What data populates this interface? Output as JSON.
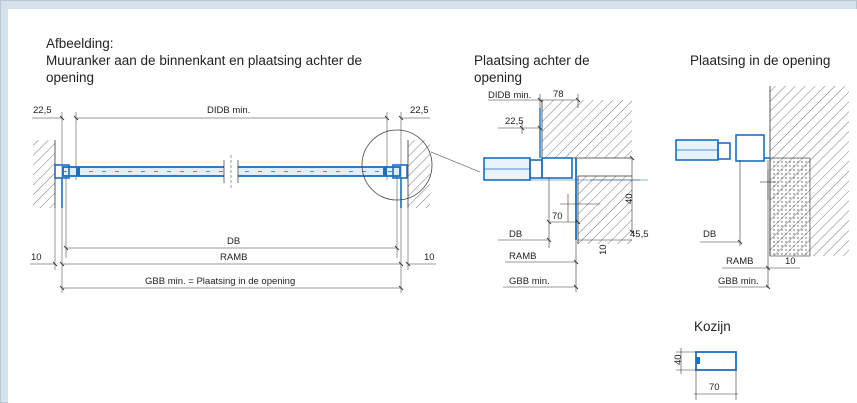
{
  "figure": {
    "caption_label": "Afbeelding:",
    "caption_line1": "Muuranker aan de binnenkant en plaatsing achter de",
    "caption_line2": "opening"
  },
  "main": {
    "dims": {
      "d1": "22,5",
      "didb": "DIDB min.",
      "d2": "22,5",
      "db": "DB",
      "ramb": "RAMB",
      "d3": "10",
      "d4": "10",
      "gbb": "GBB min. = Plaatsing in de opening"
    }
  },
  "view2": {
    "title_line1": "Plaatsing achter de",
    "title_line2": "opening",
    "dims": {
      "didb": "DIDB min.",
      "d78": "78",
      "d22": "22,5",
      "d70": "70",
      "d40": "40",
      "d455": "45,5",
      "db": "DB",
      "ramb": "RAMB",
      "d10": "10",
      "gbb": "GBB min."
    }
  },
  "view3": {
    "title": "Plaatsing in de opening",
    "dims": {
      "db": "DB",
      "ramb": "RAMB",
      "d10": "10",
      "gbb": "GBB min."
    }
  },
  "view4": {
    "title": "Kozijn",
    "dims": {
      "d40": "40",
      "d70": "70"
    }
  },
  "colors": {
    "accent": "#1a6fc0",
    "background": "#d7e1ec",
    "panel": "#ffffff"
  }
}
